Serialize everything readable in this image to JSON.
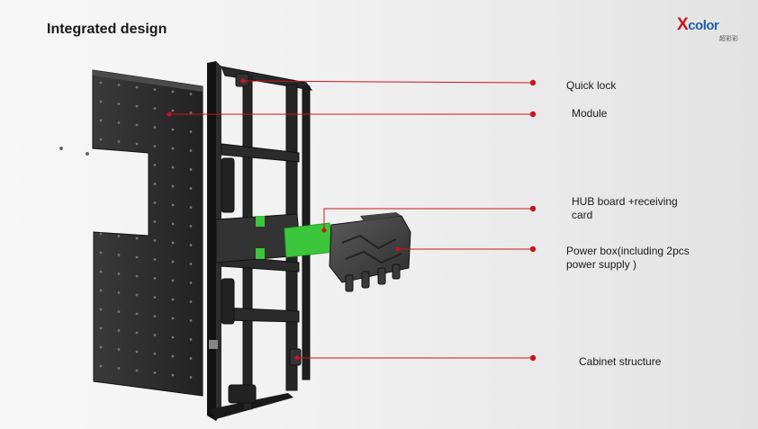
{
  "title": "Integrated design",
  "logo": {
    "mark": "X",
    "rest": "color",
    "sub": "超彩彩"
  },
  "labels": {
    "quick_lock": "Quick lock",
    "module": "Module",
    "hub_line1": "HUB board +receiving",
    "hub_line2": "card",
    "power_line1": "Power box(including 2pcs",
    "power_line2": "power supply )",
    "cabinet": "Cabinet structure"
  },
  "colors": {
    "leader": "#c8161d",
    "panel": "#2b2b2b",
    "frame": "#1c1c1c",
    "hub_board": "#3cc63c"
  }
}
